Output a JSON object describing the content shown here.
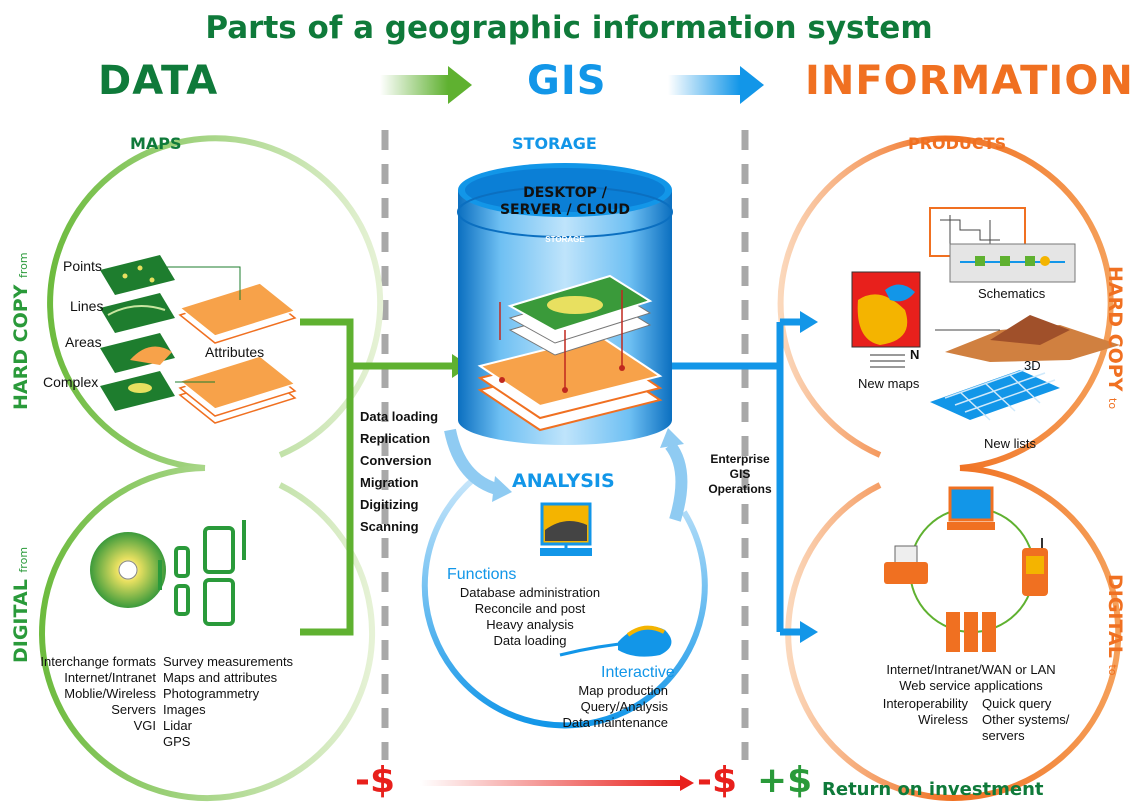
{
  "title": "Parts of a geographic information system",
  "headers": {
    "data": "DATA",
    "gis": "GIS",
    "information": "INFORMATION"
  },
  "colors": {
    "green": "#0f7a3a",
    "lime": "#5fb130",
    "blue": "#1296e8",
    "orange": "#f07021",
    "red": "#e8201c",
    "gray": "#a8a8a8"
  },
  "data_section": {
    "heading": "MAPS",
    "hard_copy": {
      "label": "HARD COPY",
      "from": "from"
    },
    "digital": {
      "label": "DIGITAL",
      "from": "from"
    },
    "map_layers": [
      "Points",
      "Lines",
      "Areas",
      "Complex"
    ],
    "attributes": "Attributes",
    "sources_left": [
      "Interchange formats",
      "Internet/Intranet",
      "Moblie/Wireless",
      "Servers",
      "VGI"
    ],
    "sources_right": [
      "Survey measurements",
      "Maps and attributes",
      "Photogrammetry",
      "Images",
      "Lidar",
      "GPS"
    ]
  },
  "data_flow": [
    "Data loading",
    "Replication",
    "Conversion",
    "Migration",
    "Digitizing",
    "Scanning"
  ],
  "gis_section": {
    "heading": "STORAGE",
    "cylinder_label": [
      "DESKTOP /",
      "SERVER / CLOUD"
    ],
    "cylinder_band": "STORAGE",
    "analysis": "ANALYSIS",
    "functions_heading": "Functions",
    "functions": [
      "Database administration",
      "Reconcile and post",
      "Heavy analysis",
      "Data loading"
    ],
    "interactive_heading": "Interactive",
    "interactive": [
      "Map production",
      "Query/Analysis",
      "Data maintenance"
    ],
    "enterprise": [
      "Enterprise",
      "GIS",
      "Operations"
    ]
  },
  "info_section": {
    "heading": "PRODUCTS",
    "hard_copy": {
      "label": "HARD COPY",
      "to": "to"
    },
    "digital": {
      "label": "DIGITAL",
      "to": "to"
    },
    "products": {
      "schematics": "Schematics",
      "three_d": "3D",
      "new_maps": "New maps",
      "new_lists": "New lists",
      "north": "N"
    },
    "digital_lines": [
      "Internet/Intranet/WAN or LAN",
      "Web service applications"
    ],
    "digital_left": [
      "Interoperability",
      "Wireless"
    ],
    "digital_right": [
      "Quick query",
      "Other systems/",
      "servers"
    ]
  },
  "roi": {
    "cost1": "-$",
    "cost2": "-$",
    "gain": "+$",
    "label": "Return on investment"
  }
}
